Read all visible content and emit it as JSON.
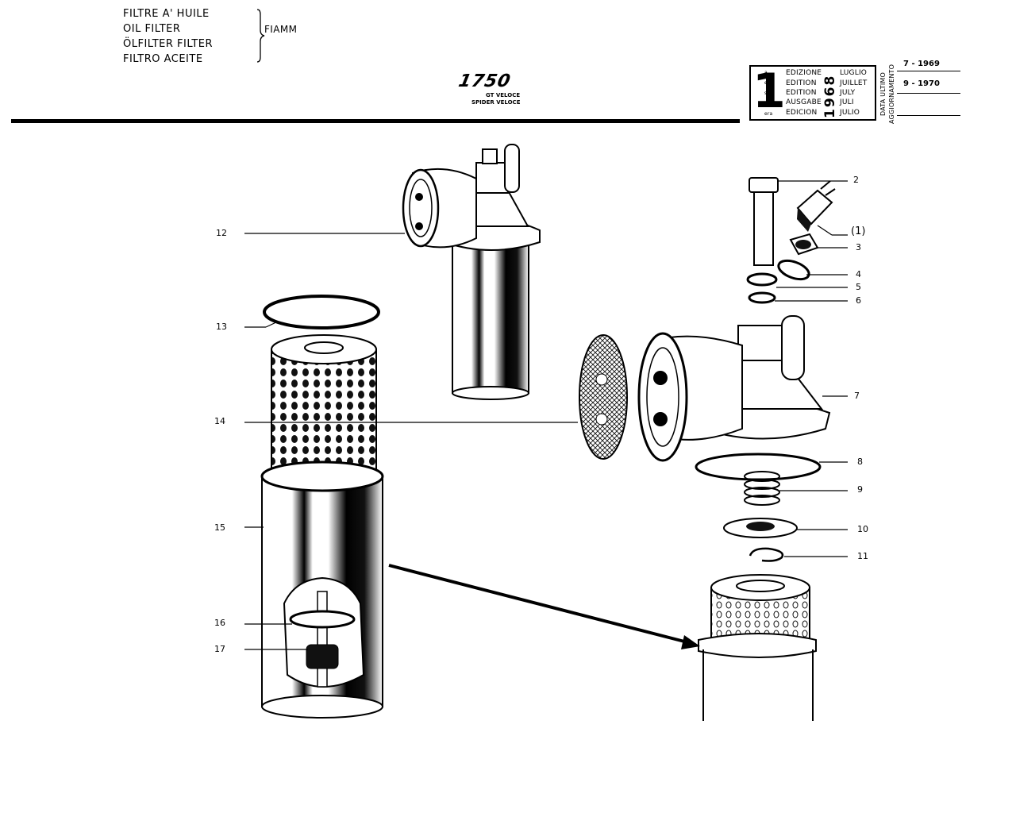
{
  "header": {
    "title_lines": [
      "FILTRE A' HUILE",
      "OIL FILTER",
      "ÖLFILTER FILTER",
      "FILTRO ACEITE"
    ],
    "brand": "FIAMM",
    "model_number": "1750",
    "model_sub": [
      "GT VELOCE",
      "SPIDER VELOCE"
    ]
  },
  "edition_box": {
    "big_numeral": "1",
    "suffixes": [
      "a",
      "ere",
      "st",
      ".",
      "era"
    ],
    "edition_words": [
      "EDIZIONE",
      "EDITION",
      "EDITION",
      "AUSGABE",
      "EDICION"
    ],
    "year": "1968",
    "months": [
      "LUGLIO",
      "JUILLET",
      "JULY",
      "JULI",
      "JULIO"
    ],
    "update_label_1": "DATA ULTIMO",
    "update_label_2": "AGGIORNAMENTO",
    "updates": [
      "7 - 1969",
      "9 - 1970"
    ]
  },
  "callouts": {
    "c1": "(1)",
    "c2": "2",
    "c3": "3",
    "c4": "4",
    "c5": "5",
    "c6": "6",
    "c7": "7",
    "c8": "8",
    "c9": "9",
    "c10": "10",
    "c11": "11",
    "c12": "12",
    "c13": "13",
    "c14": "14",
    "c15": "15",
    "c16": "16",
    "c17": "17"
  }
}
